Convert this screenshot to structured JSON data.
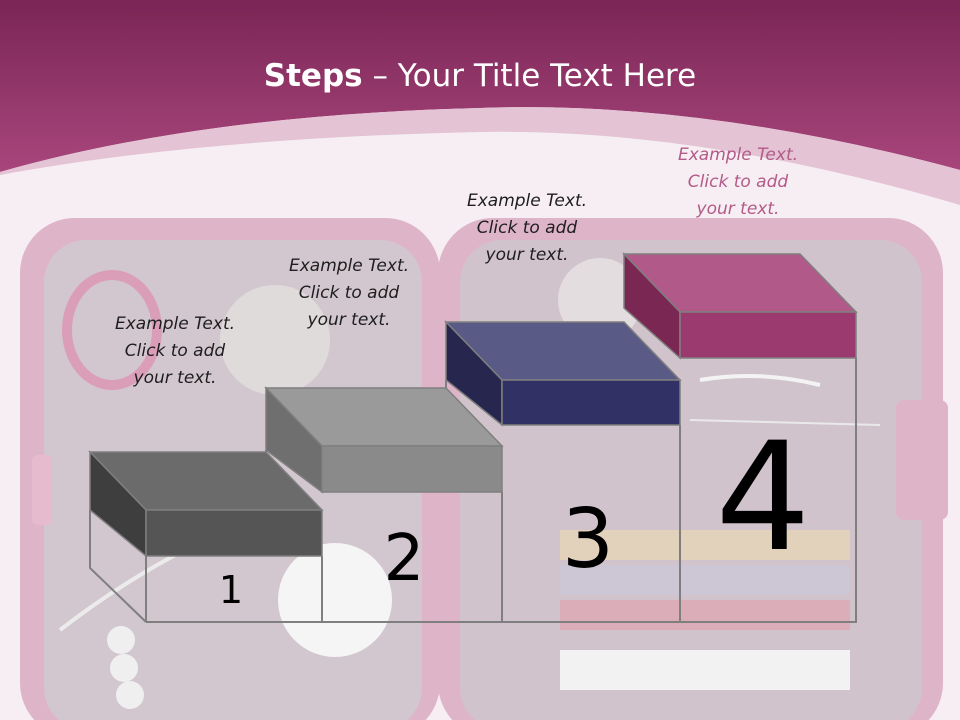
{
  "slide": {
    "title_bold": "Steps",
    "title_rest": " – Your Title Text Here",
    "steps": [
      {
        "number": "1",
        "caption": [
          "Example Text.",
          "Click  to add",
          "your text."
        ],
        "color": "#555555"
      },
      {
        "number": "2",
        "caption": [
          "Example Text.",
          "Click  to add",
          "your text."
        ],
        "color": "#8a8a8a"
      },
      {
        "number": "3",
        "caption": [
          "Example Text.",
          "Click  to add",
          "your text."
        ],
        "color": "#313166"
      },
      {
        "number": "4",
        "caption": [
          "Example Text.",
          "Click  to add",
          "your text."
        ],
        "color": "#9a3a6e"
      }
    ]
  },
  "colors": {
    "header": "#8d2c60",
    "caption_highlight": "#b35a88"
  }
}
